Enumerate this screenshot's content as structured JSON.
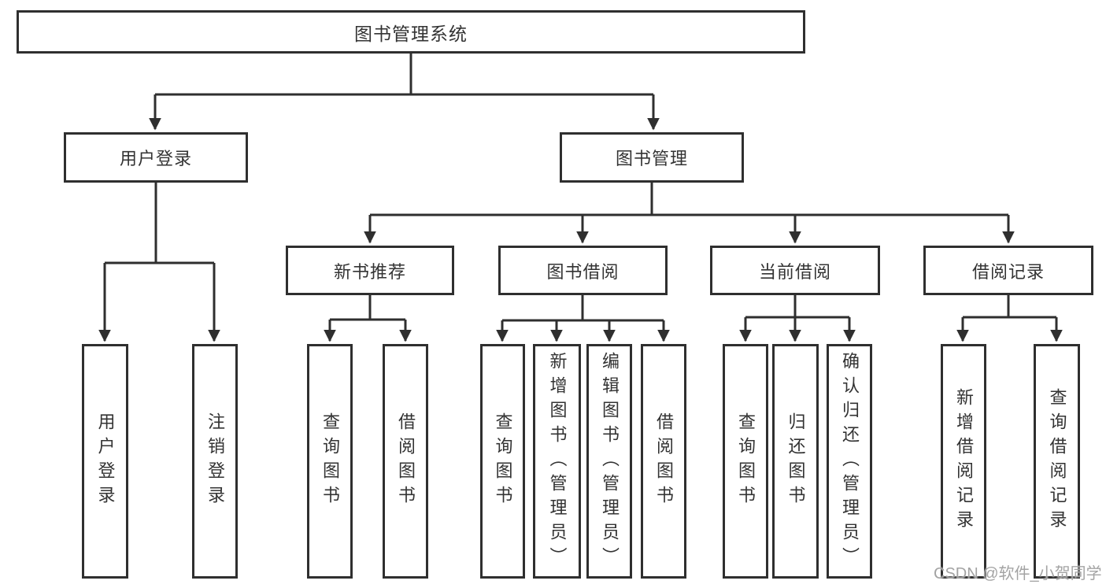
{
  "diagram_type": "functional-structure-tree",
  "colors": {
    "line": "#2f2f2f",
    "box_border": "#2f2f2f",
    "text": "#333333",
    "background": "#ffffff",
    "watermark": "#9e9e9e"
  },
  "tree": {
    "label": "图书管理系统",
    "children": [
      {
        "label": "用户登录",
        "children": [
          {
            "label": "用户登录"
          },
          {
            "label": "注销登录"
          }
        ]
      },
      {
        "label": "图书管理",
        "children": [
          {
            "label": "新书推荐",
            "children": [
              {
                "label": "查询图书"
              },
              {
                "label": "借阅图书"
              }
            ]
          },
          {
            "label": "图书借阅",
            "children": [
              {
                "label": "查询图书"
              },
              {
                "label": "新增图书（管理员）"
              },
              {
                "label": "编辑图书（管理员）"
              },
              {
                "label": "借阅图书"
              }
            ]
          },
          {
            "label": "当前借阅",
            "children": [
              {
                "label": "查询图书"
              },
              {
                "label": "归还图书"
              },
              {
                "label": "确认归还（管理员）"
              }
            ]
          },
          {
            "label": "借阅记录",
            "children": [
              {
                "label": "新增借阅记录"
              },
              {
                "label": "查询借阅记录"
              }
            ]
          }
        ]
      }
    ]
  },
  "watermark": {
    "text": "CSDN @软件_小贺同学"
  }
}
